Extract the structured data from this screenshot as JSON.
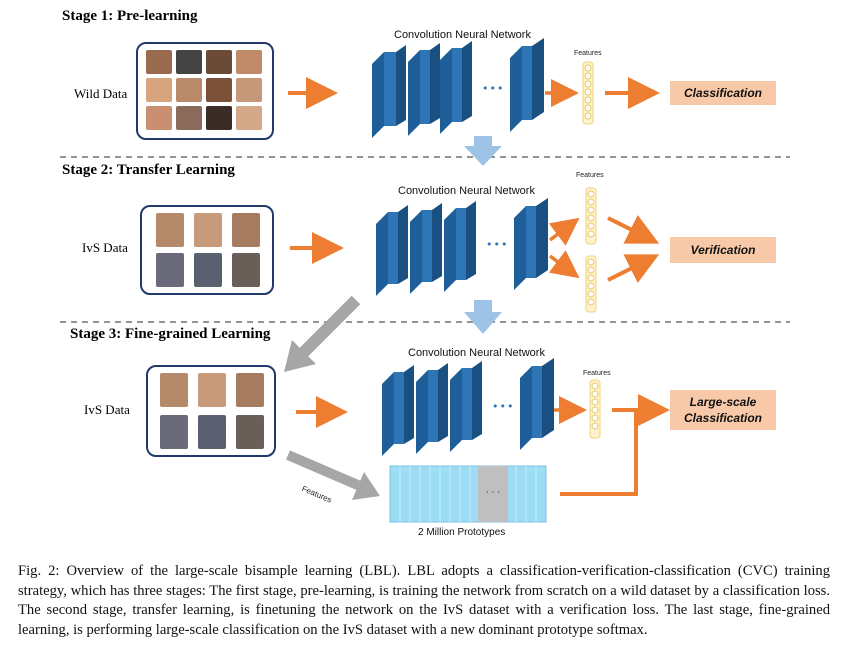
{
  "stages": [
    {
      "title": "Stage 1: Pre-learning",
      "data_label": "Wild Data",
      "cnn_label": "Convolution Neural Network",
      "features_label": "Features",
      "output": "Classification"
    },
    {
      "title": "Stage 2: Transfer Learning",
      "data_label": "IvS Data",
      "cnn_label": "Convolution Neural Network",
      "features_label": "Features",
      "output": "Verification"
    },
    {
      "title": "Stage 3: Fine-grained Learning",
      "data_label": "IvS Data",
      "cnn_label": "Convolution Neural Network",
      "features_label": "Features",
      "output_line1": "Large-scale",
      "output_line2": "Classification"
    }
  ],
  "prototypes": {
    "label": "2 Million Prototypes",
    "arrow_label": "Features",
    "ellipsis": "· · ·"
  },
  "ellipsis": "•••",
  "caption": "Fig. 2: Overview of the large-scale bisample learning (LBL). LBL adopts a classification-verification-classification (CVC) training strategy, which has three stages: The first stage, pre-learning, is training the network from scratch on a wild dataset by a classification loss. The second stage, transfer learning, is finetuning the network on the IvS dataset with a verification loss. The last stage, fine-grained learning, is performing large-scale classification on the IvS dataset with a new dominant prototype softmax.",
  "colors": {
    "arrow_orange": "#ed7d31",
    "arrow_blue": "#9dc3e6",
    "arrow_gray": "#a6a6a6",
    "block_blue": "#2e75b6",
    "output_fill": "#f8c9a8",
    "feature_fill": "#fff2cc",
    "prototype_fill": "#9ddcf5",
    "border_navy": "#1f3a6b"
  }
}
